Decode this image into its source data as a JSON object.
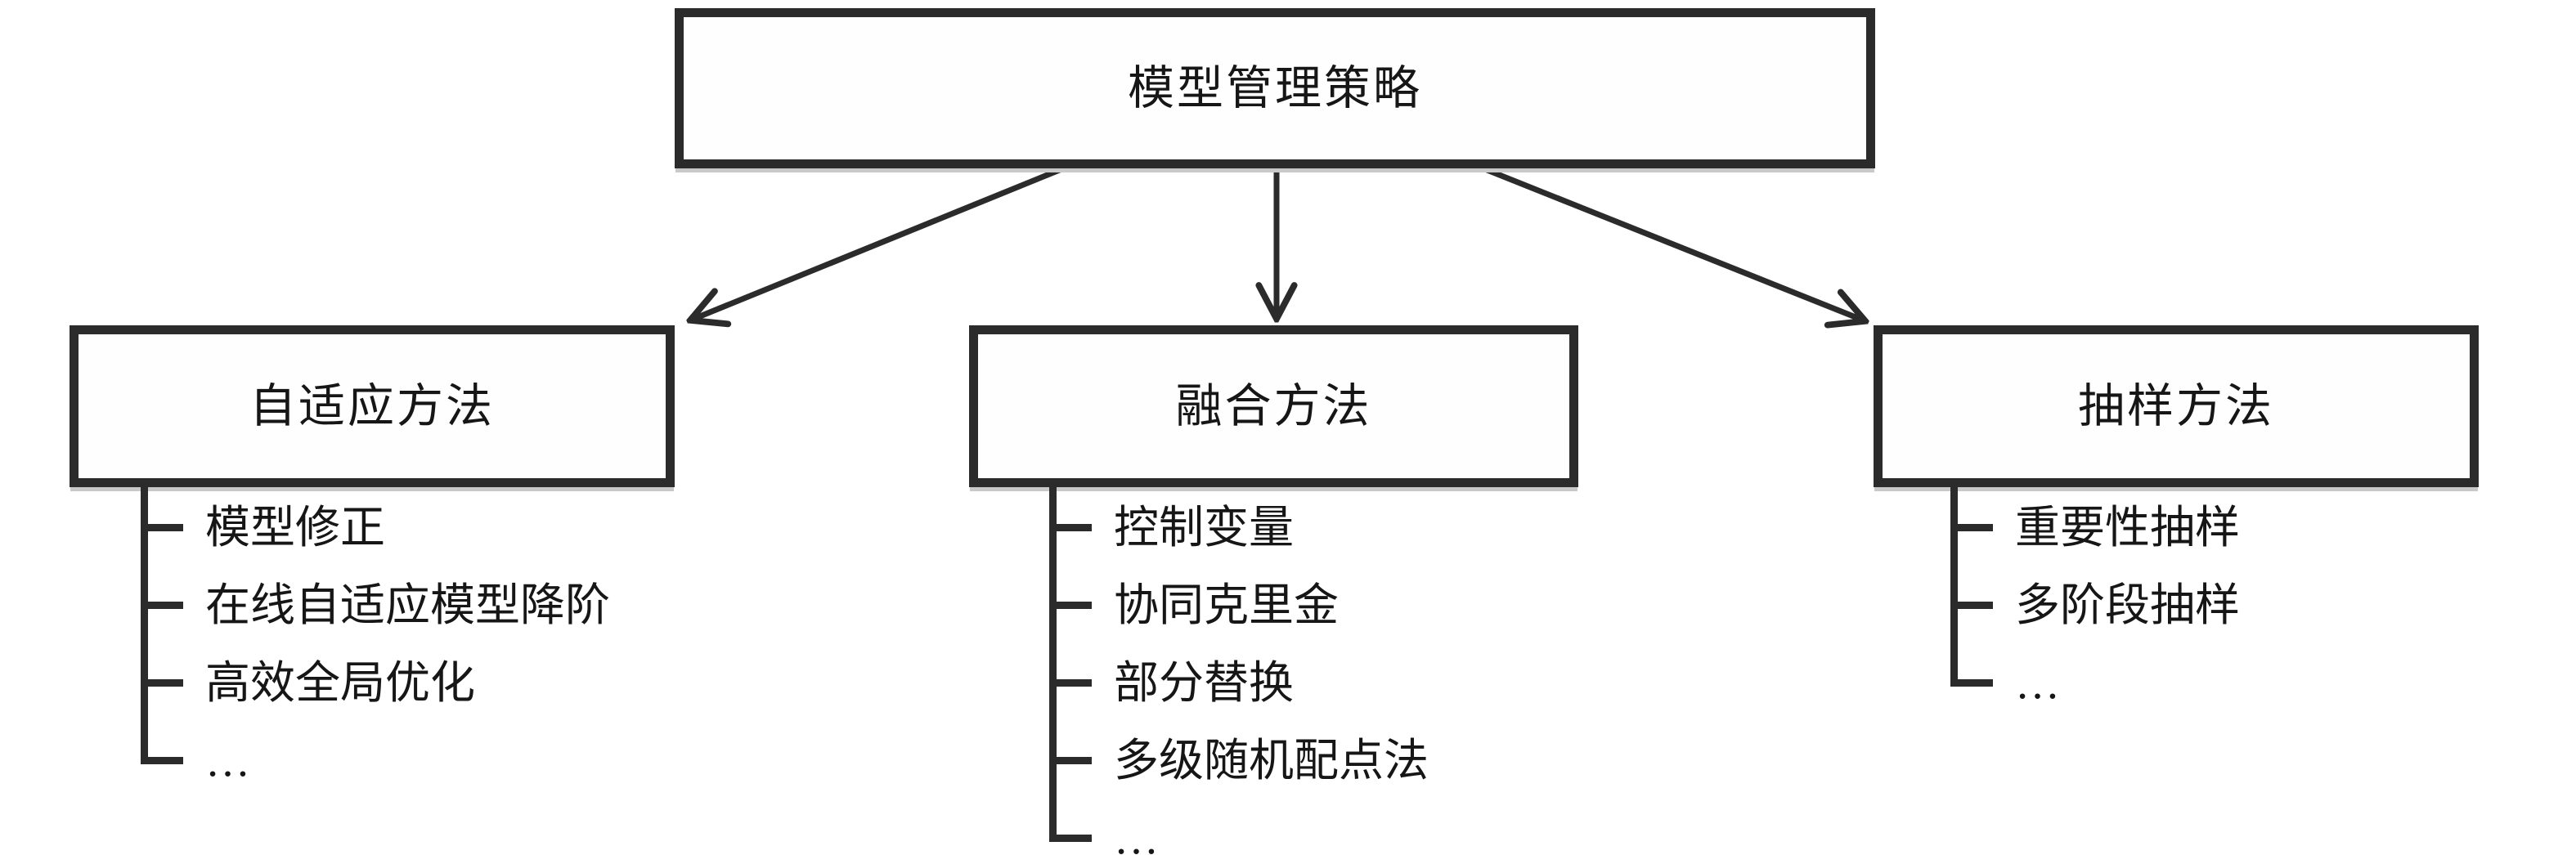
{
  "diagram": {
    "root": {
      "label": "模型管理策略"
    },
    "branches": [
      {
        "id": "adaptive",
        "label": "自适应方法",
        "items": [
          "模型修正",
          "在线自适应模型降阶",
          "高效全局优化",
          "…"
        ]
      },
      {
        "id": "fusion",
        "label": "融合方法",
        "items": [
          "控制变量",
          "协同克里金",
          "部分替换",
          "多级随机配点法",
          "…"
        ]
      },
      {
        "id": "sampling",
        "label": "抽样方法",
        "items": [
          "重要性抽样",
          "多阶段抽样",
          "…"
        ]
      }
    ],
    "colors": {
      "line": "#2b2b2b",
      "text": "#161616",
      "background": "#ffffff"
    }
  }
}
